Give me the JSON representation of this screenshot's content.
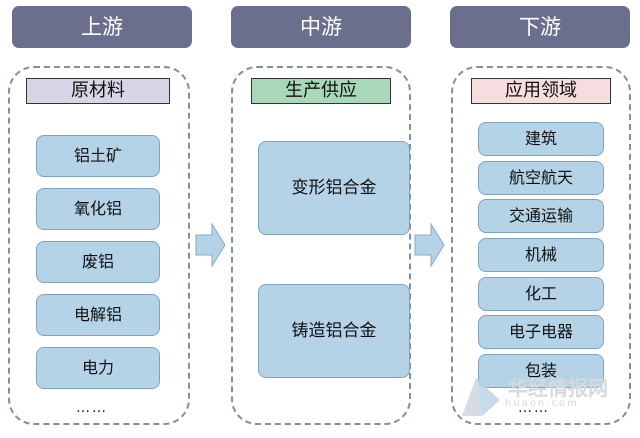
{
  "headers": {
    "upstream": "上游",
    "midstream": "中游",
    "downstream": "下游"
  },
  "upstream": {
    "title": "原材料",
    "items": [
      "铝土矿",
      "氧化铝",
      "废铝",
      "电解铝",
      "电力"
    ],
    "more": "……"
  },
  "midstream": {
    "title": "生产供应",
    "items": [
      "变形铝合金",
      "铸造铝合金"
    ]
  },
  "downstream": {
    "title": "应用领域",
    "items": [
      "建筑",
      "航空航天",
      "交通运输",
      "机械",
      "化工",
      "电子电器",
      "包装"
    ],
    "more": "……"
  },
  "watermark": {
    "name": "华经情报网",
    "url": "huaon.com"
  },
  "colors": {
    "header_bg": "#6b6f8e",
    "box_fill": "#b4d3e6",
    "title_up": "#d6d6e6",
    "title_mid": "#a8d8b8",
    "title_down": "#f6dede"
  }
}
